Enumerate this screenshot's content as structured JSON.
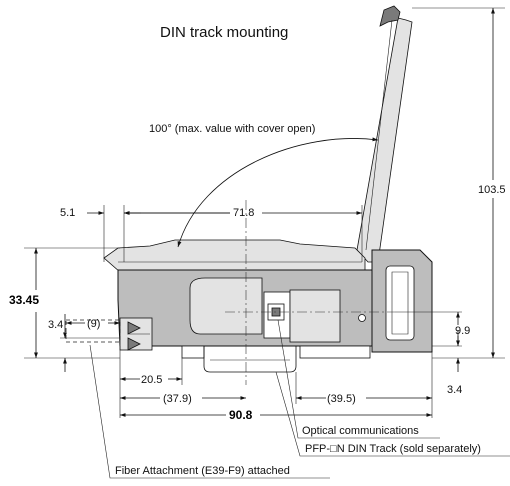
{
  "title": "DIN track mounting",
  "angle_note": "100° (max. value with cover open)",
  "dimensions": {
    "d_5_1": "5.1",
    "d_71_8": "71.8",
    "d_103_5": "103.5",
    "d_33_45": "33.45",
    "d_3_4_left": "3.4",
    "d_9_paren": "(9)",
    "d_9_9": "9.9",
    "d_20_5": "20.5",
    "d_37_9": "(37.9)",
    "d_39_5": "(39.5)",
    "d_3_4_right": "3.4",
    "d_90_8": "90.8"
  },
  "callouts": {
    "optical": "Optical communications",
    "din_track": "PFP-□N DIN Track (sold separately)",
    "fiber": "Fiber Attachment (E39-F9) attached"
  }
}
